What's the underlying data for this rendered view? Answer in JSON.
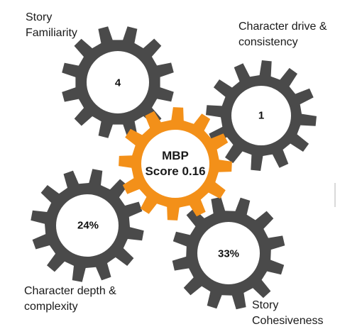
{
  "colors": {
    "gear": "#4a4a4a",
    "center_gear": "#f39019",
    "hole": "#ffffff",
    "text": "#1a1a1a"
  },
  "center": {
    "line1": "MBP",
    "line2": "Score 0.16"
  },
  "gears": [
    {
      "id": "familiarity",
      "value": "4",
      "caption_line1": "Story",
      "caption_line2": "Familiarity"
    },
    {
      "id": "drive",
      "value": "1",
      "caption_line1": "Character drive &",
      "caption_line2": "consistency"
    },
    {
      "id": "depth",
      "value": "24%",
      "caption_line1": "Character depth &",
      "caption_line2": "complexity"
    },
    {
      "id": "cohesiveness",
      "value": "33%",
      "caption_line1": "Story",
      "caption_line2": "Cohesiveness"
    }
  ]
}
